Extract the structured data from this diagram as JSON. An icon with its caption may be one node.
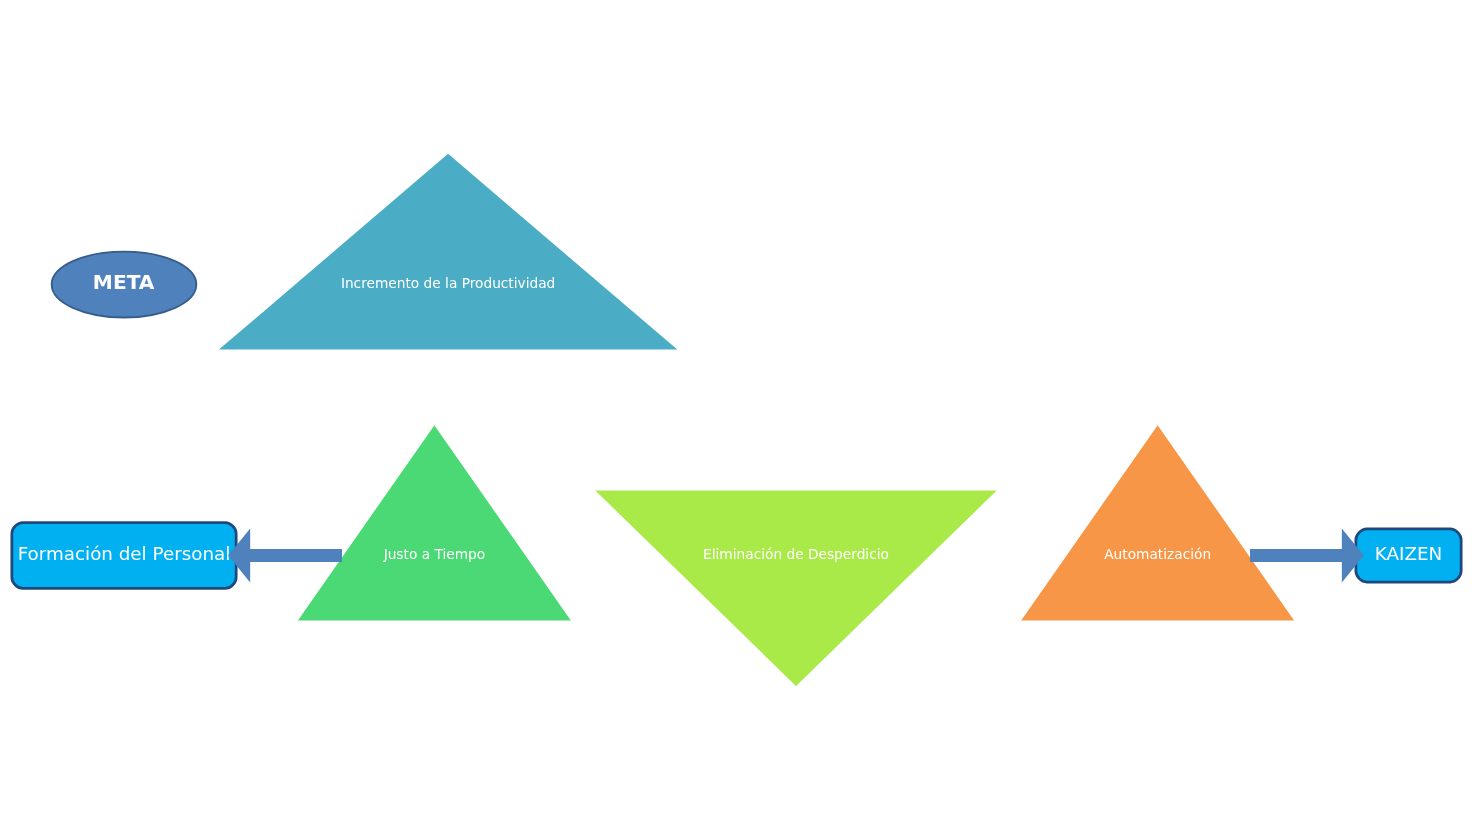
{
  "diagram": {
    "nodes": [
      {
        "text": [
          "META"
        ]
      },
      {
        "text": [
          "Incremento de la Productividad"
        ]
      },
      {
        "text": [
          "Formación del Personal"
        ]
      },
      {
        "text": [
          "Eliminación de Desperdicio"
        ]
      },
      {
        "text": [
          "KAIZEN"
        ]
      },
      {
        "text": [
          "Justo a Tiempo"
        ]
      },
      {
        "text": [
          "Automatización"
        ]
      }
    ],
    "edges": [
      {
        "from": 5,
        "to": 2,
        "arrow": "to"
      },
      {
        "from": 6,
        "to": 4,
        "arrow": "to"
      }
    ]
  }
}
